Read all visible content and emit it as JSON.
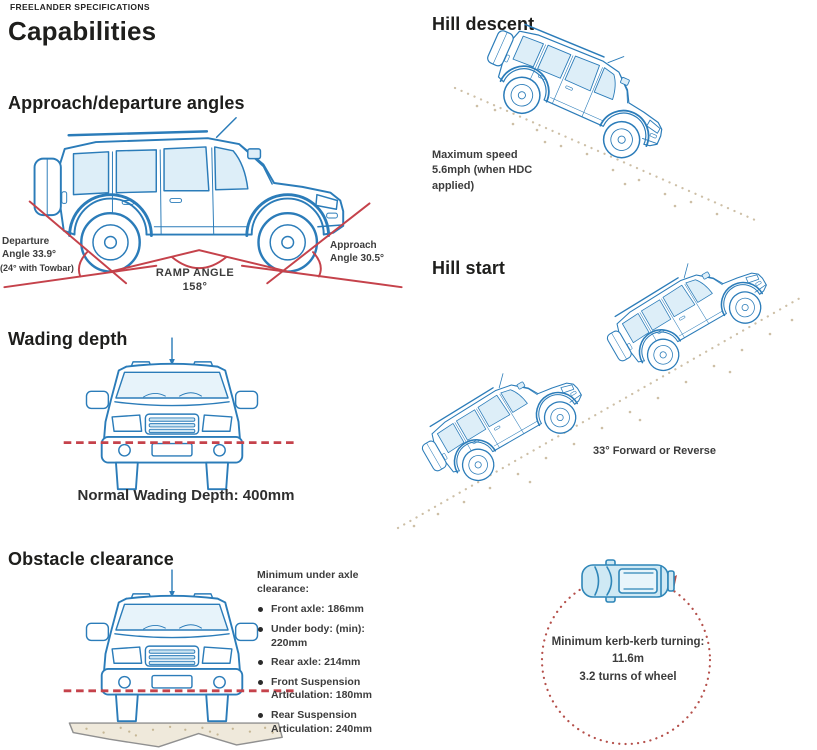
{
  "page": {
    "brand": "FREELANDER SPECIFICATIONS",
    "title": "Capabilities"
  },
  "approach": {
    "heading": "Approach/departure angles",
    "departure_line1": "Departure",
    "departure_line2": "Angle 33.9°",
    "towbar_note": "(24° with Towbar)",
    "ramp_label": "RAMP ANGLE",
    "ramp_value": "158°",
    "approach_line1": "Approach",
    "approach_line2": "Angle 30.5°"
  },
  "wading": {
    "heading": "Wading depth",
    "caption": "Normal Wading Depth: 400mm"
  },
  "obstacle": {
    "heading": "Obstacle clearance",
    "list_title_line1": "Minimum under axle",
    "list_title_line2": "clearance:",
    "items": [
      "Front axle: 186mm",
      "Under body: (min): 220mm",
      "Rear axle: 214mm",
      "Front Suspension Articulation: 180mm",
      "Rear Suspension Articulation: 240mm"
    ]
  },
  "hill_descent": {
    "heading": "Hill descent",
    "caption_line1": "Maximum speed",
    "caption_line2": "5.6mph (when HDC",
    "caption_line3": "applied)"
  },
  "hill_start": {
    "heading": "Hill start",
    "caption": "33° Forward or Reverse"
  },
  "turning": {
    "line1": "Minimum kerb-kerb turning:",
    "line2": "11.6m",
    "line3": "3.2 turns of wheel"
  },
  "colors": {
    "line_blue": "#2b7cb9",
    "window_blue": "#ddeef8",
    "annotation_red": "#c5424b",
    "circle_red": "#b5504b",
    "ground_dots": "#c6b795",
    "heading_text": "#1e1e1c",
    "label_text": "#3c3c3c"
  }
}
